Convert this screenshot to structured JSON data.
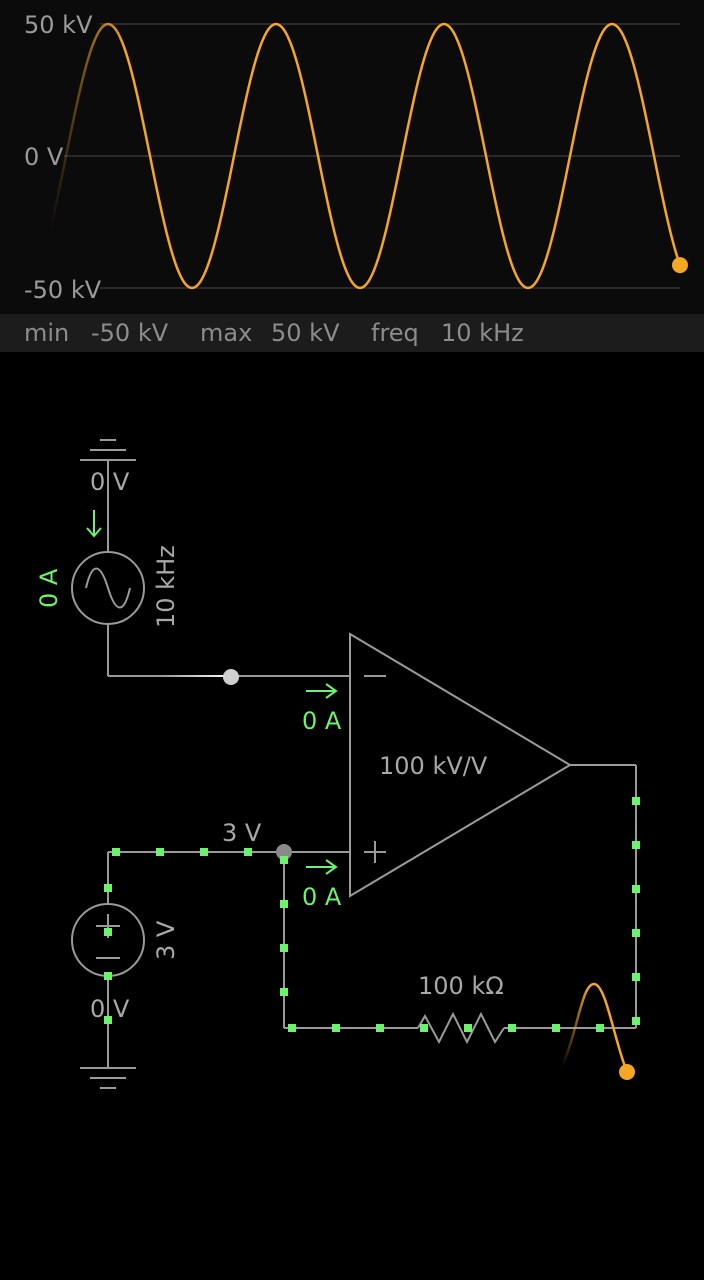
{
  "scope": {
    "y_top_label": "50 kV",
    "y_mid_label": "0 V",
    "y_bottom_label": "-50 kV",
    "trace_color": "#f5a623",
    "cycles_shown": 4
  },
  "stats": {
    "min_label": "min",
    "min_value": "-50 kV",
    "max_label": "max",
    "max_value": "50 kV",
    "freq_label": "freq",
    "freq_value": "10 kHz"
  },
  "circuit": {
    "ac_source": {
      "top_voltage": "0 V",
      "current": "0 A",
      "frequency": "10 kHz",
      "icon": "sine-wave-icon"
    },
    "opamp": {
      "gain": "100 kV/V",
      "minus_current": "0 A",
      "plus_current": "0 A"
    },
    "dc_source": {
      "node_voltage": "3 V",
      "value": "3 V",
      "bottom_voltage": "0 V"
    },
    "resistor": {
      "value": "100 kΩ"
    },
    "colors": {
      "wire": "#9a9a9a",
      "current_dot": "#6cf26c",
      "label_green": "#6cf26c",
      "probe": "#f5a623"
    }
  }
}
